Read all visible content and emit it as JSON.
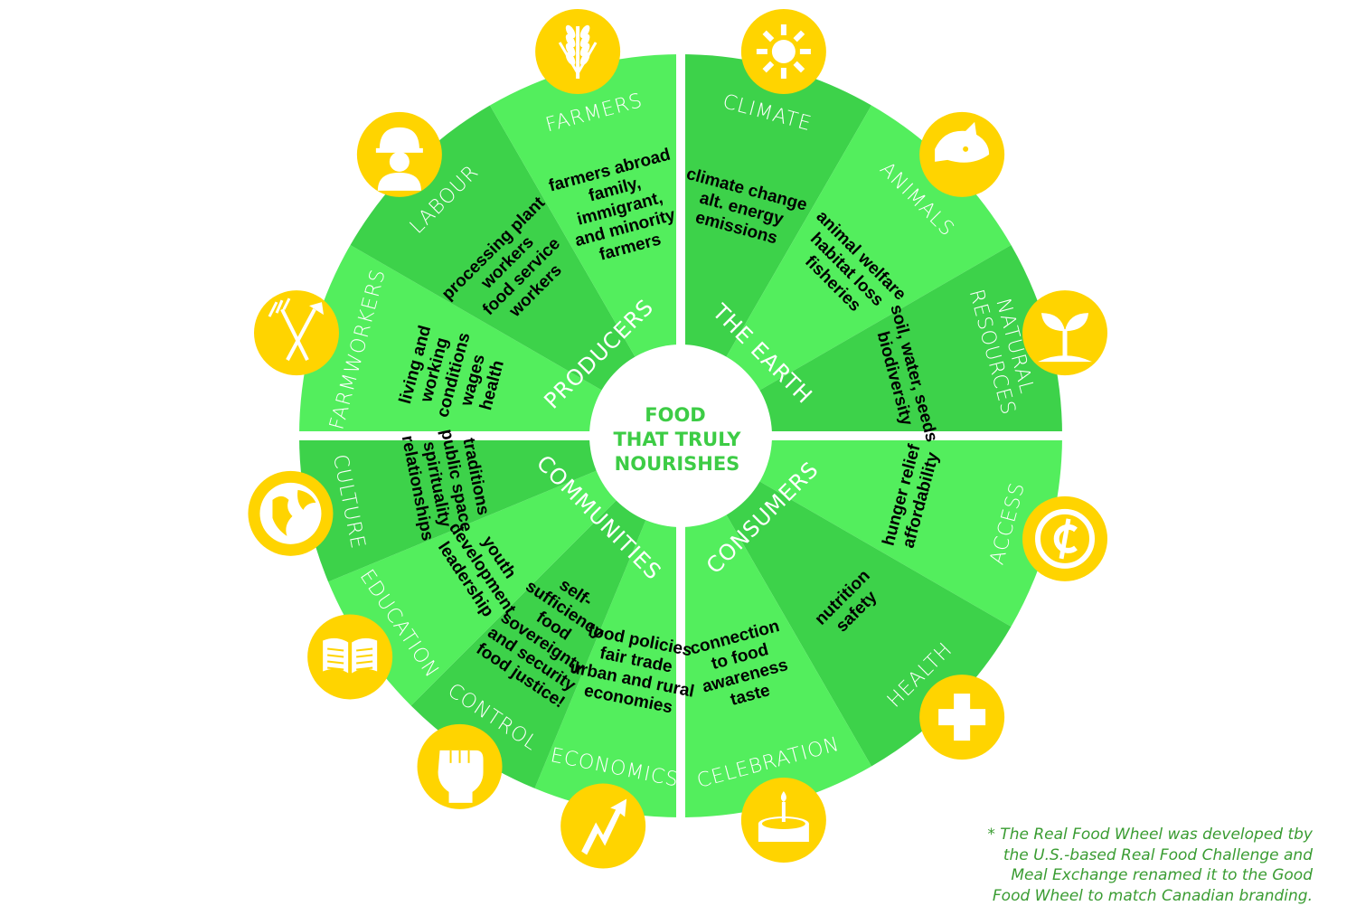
{
  "colors": {
    "light": "#53ee5d",
    "dark": "#3dd24a",
    "icon": "#ffd400",
    "center_text": "#3dcc45",
    "footnote": "#3a9c32"
  },
  "center": {
    "lines": [
      "FOOD",
      "THAT TRULY",
      "NOURISHES"
    ]
  },
  "groups": [
    {
      "label": "PRODUCERS",
      "angle": -135
    },
    {
      "label": "THE EARTH",
      "angle": -45
    },
    {
      "label": "CONSUMERS",
      "angle": 45
    },
    {
      "label": "COMMUNITIES",
      "angle": 135
    }
  ],
  "sectors": [
    {
      "label": [
        "FARMWORKERS"
      ],
      "start": 180,
      "end": 210,
      "shade": "light",
      "icon": "pitchfork-icon",
      "items": [
        "living and",
        "working",
        "conditions",
        "wages",
        "health"
      ]
    },
    {
      "label": [
        "LABOUR"
      ],
      "start": 210,
      "end": 240,
      "shade": "dark",
      "icon": "hardhat-worker-icon",
      "items": [
        "processing plant",
        "workers",
        "food service",
        "workers"
      ]
    },
    {
      "label": [
        "FARMERS"
      ],
      "start": 240,
      "end": 270,
      "shade": "light",
      "icon": "wheat-icon",
      "items": [
        "farmers abroad",
        "family,",
        "immigrant,",
        "and minority",
        "farmers"
      ]
    },
    {
      "label": [
        "CLIMATE"
      ],
      "start": 270,
      "end": 300,
      "shade": "dark",
      "icon": "sun-icon",
      "items": [
        "climate change",
        "alt. energy",
        "emissions"
      ]
    },
    {
      "label": [
        "ANIMALS"
      ],
      "start": 300,
      "end": 330,
      "shade": "light",
      "icon": "pig-icon",
      "items": [
        "animal welfare",
        "habitat loss",
        "fisheries"
      ]
    },
    {
      "label": [
        "NATURAL",
        "RESOURCES"
      ],
      "start": 330,
      "end": 360,
      "shade": "dark",
      "icon": "sprout-icon",
      "items": [
        "soil, water, seeds",
        "biodiversity"
      ]
    },
    {
      "label": [
        "ACCESS"
      ],
      "start": 0,
      "end": 30,
      "shade": "light",
      "icon": "cents-icon",
      "items": [
        "hunger relief",
        "affordability"
      ]
    },
    {
      "label": [
        "HEALTH"
      ],
      "start": 30,
      "end": 60,
      "shade": "dark",
      "icon": "health-cross-icon",
      "items": [
        "nutrition",
        "safety"
      ]
    },
    {
      "label": [
        "CELEBRATION"
      ],
      "start": 60,
      "end": 90,
      "shade": "light",
      "icon": "candle-icon",
      "items": [
        "connection",
        "to food",
        "awareness",
        "taste"
      ]
    },
    {
      "label": [
        "ECONOMICS"
      ],
      "start": 90,
      "end": 112.5,
      "shade": "light",
      "icon": "zigzag-arrow-icon",
      "items": [
        "food policies",
        "fair trade",
        "urban and rural",
        "economies"
      ]
    },
    {
      "label": [
        "CONTROL"
      ],
      "start": 112.5,
      "end": 135,
      "shade": "dark",
      "icon": "fist-icon",
      "items": [
        "self-",
        "sufficiency",
        "food",
        "sovereignty",
        "and security",
        "food justice!"
      ]
    },
    {
      "label": [
        "EDUCATION"
      ],
      "start": 135,
      "end": 157.5,
      "shade": "light",
      "icon": "book-icon",
      "items": [
        "youth",
        "development",
        "leadership"
      ]
    },
    {
      "label": [
        "CULTURE"
      ],
      "start": 157.5,
      "end": 180,
      "shade": "dark",
      "icon": "globe-icon",
      "items": [
        "traditions",
        "public space",
        "spirituality",
        "relationships"
      ]
    }
  ],
  "footnote": {
    "lines": [
      "* The Real Food Wheel was developed tby",
      "the U.S.-based Real Food Challenge and",
      "Meal Exchange renamed it to the Good",
      "Food Wheel to match Canadian branding."
    ]
  }
}
